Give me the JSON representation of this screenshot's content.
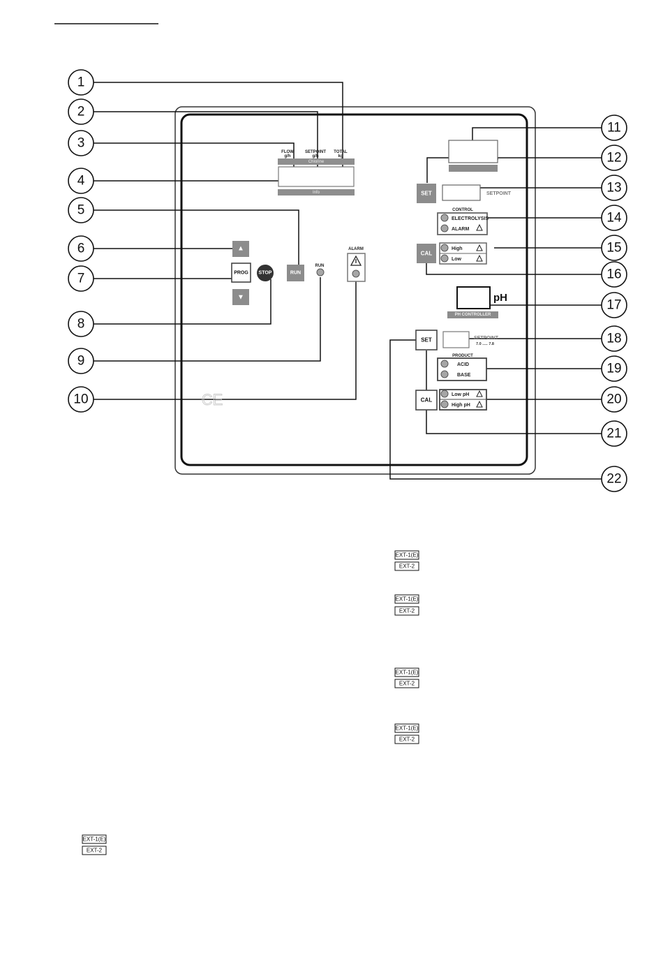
{
  "callouts": [
    "1",
    "2",
    "3",
    "4",
    "5",
    "6",
    "7",
    "8",
    "9",
    "10",
    "11",
    "12",
    "13",
    "14",
    "15",
    "16",
    "17",
    "18",
    "19",
    "20",
    "21",
    "22"
  ],
  "display": {
    "flow_label": "FLOW",
    "flow_unit": "g/h",
    "setpoint_label": "SETPOINT",
    "setpoint_unit": "g/h",
    "total_label": "TOTAL",
    "total_unit": "kg",
    "header_band": "Chlorine",
    "info_band": "Info"
  },
  "keys": {
    "up": "▲",
    "prog": "PROG",
    "stop": "STOP",
    "down": "▼",
    "run": "RUN"
  },
  "indicators": {
    "run_label": "RUN",
    "alarm_label": "ALARM"
  },
  "right_panel": {
    "set_1": "SET",
    "setpoint_1": "SETPOINT",
    "control_label": "CONTROL",
    "electrolysis": "ELECTROLYSIS",
    "alarm": "ALARM",
    "cal_1": "CAL",
    "high": "High",
    "low": "Low",
    "ph_unit": "pH",
    "ph_controller": "PH CONTROLLER",
    "set_2": "SET",
    "setpoint_2": "SETPOINT",
    "setpoint_range": "7.0 ..... 7.8",
    "product_label": "PRODUCT",
    "acid": "ACID",
    "base": "BASE",
    "cal_2": "CAL",
    "low_ph": "Low pH",
    "high_ph": "High pH"
  },
  "ext_labels": {
    "ext1": "EXT-1(E)",
    "ext2": "EXT-2"
  },
  "ce_mark": "CE"
}
